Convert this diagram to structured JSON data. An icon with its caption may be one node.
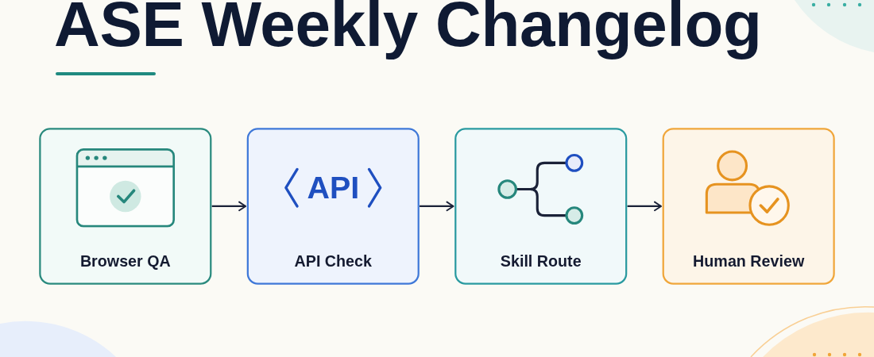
{
  "diagram": {
    "title": "ASE Weekly Changelog",
    "nodes": [
      {
        "text": [
          "Browser QA"
        ]
      },
      {
        "text": [
          "API",
          "API Check"
        ]
      },
      {
        "text": [
          "Skill Route"
        ]
      },
      {
        "text": [
          "Human Review"
        ]
      }
    ],
    "edges": [
      {
        "from": 0,
        "to": 1,
        "arrow": "to"
      },
      {
        "from": 1,
        "to": 2,
        "arrow": "to"
      },
      {
        "from": 2,
        "to": 3,
        "arrow": "to"
      }
    ]
  }
}
